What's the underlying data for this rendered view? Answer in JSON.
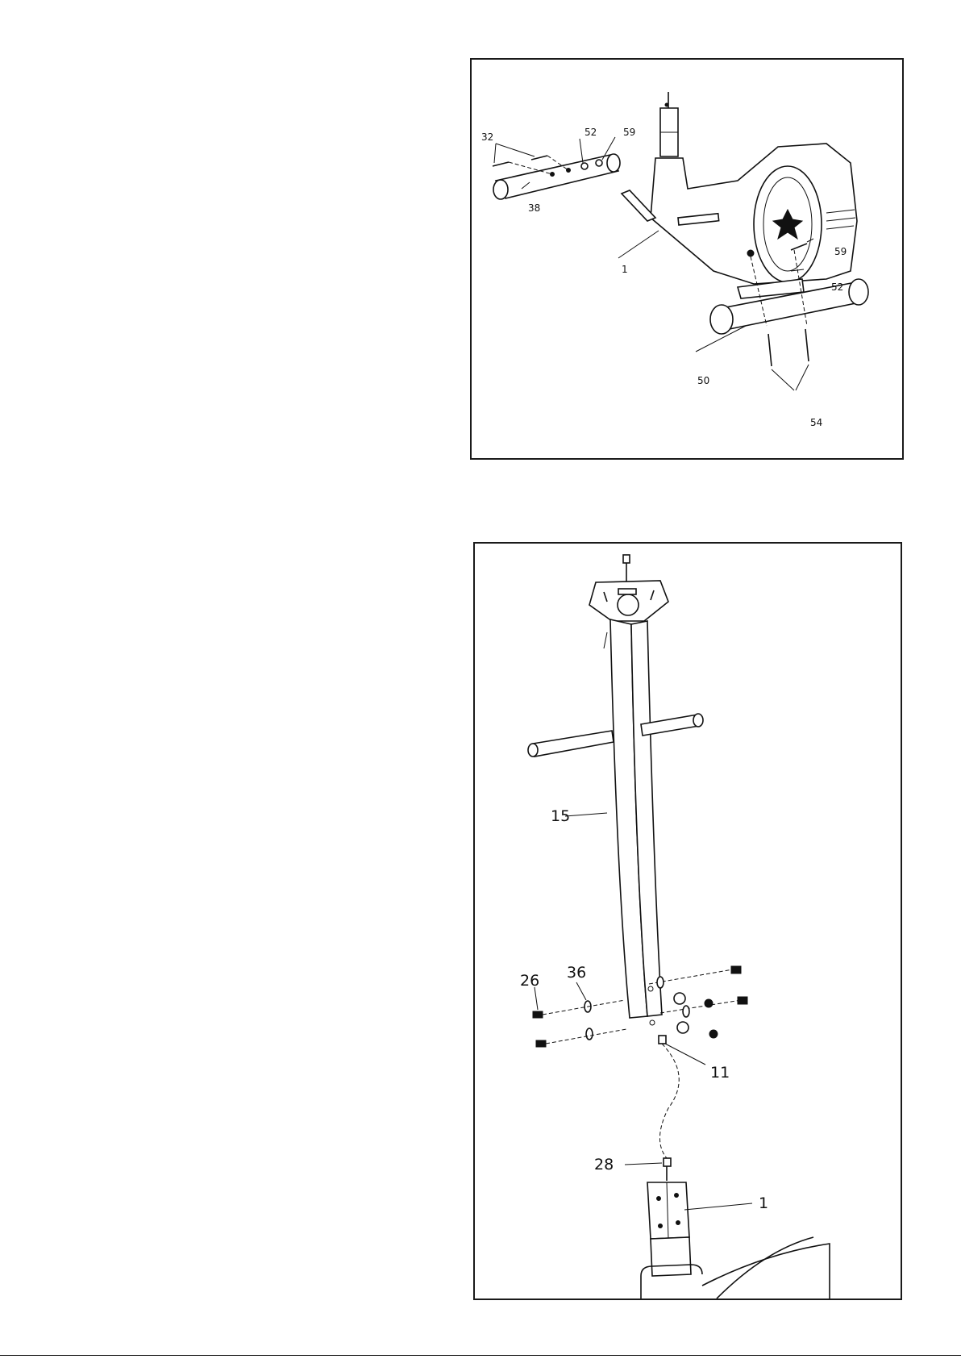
{
  "top_diagram": {
    "callouts": [
      "32",
      "52",
      "59",
      "38",
      "1",
      "59",
      "52",
      "50",
      "54"
    ]
  },
  "bottom_diagram": {
    "callouts": [
      "15",
      "26",
      "36",
      "11",
      "28",
      "1"
    ]
  }
}
